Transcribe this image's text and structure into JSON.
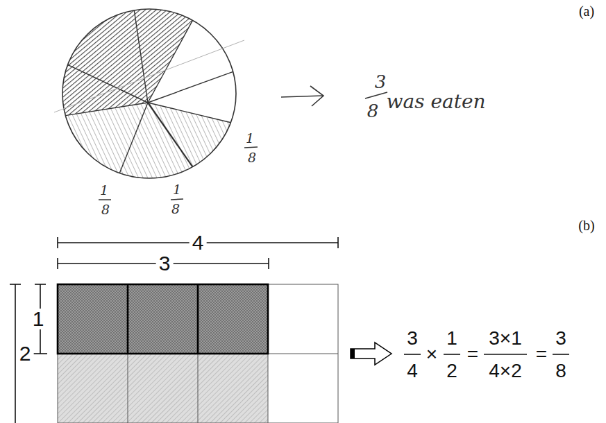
{
  "diagram": {
    "labels": [
      "(a)",
      "1",
      "8",
      "1",
      "8",
      "1",
      "8",
      "3",
      "8",
      "was eaten",
      "(b)",
      "4",
      "3",
      "1",
      "2",
      "3",
      "4",
      "×",
      "1",
      "2",
      "=",
      "3×1",
      "4×2",
      "=",
      "3",
      "8"
    ]
  }
}
